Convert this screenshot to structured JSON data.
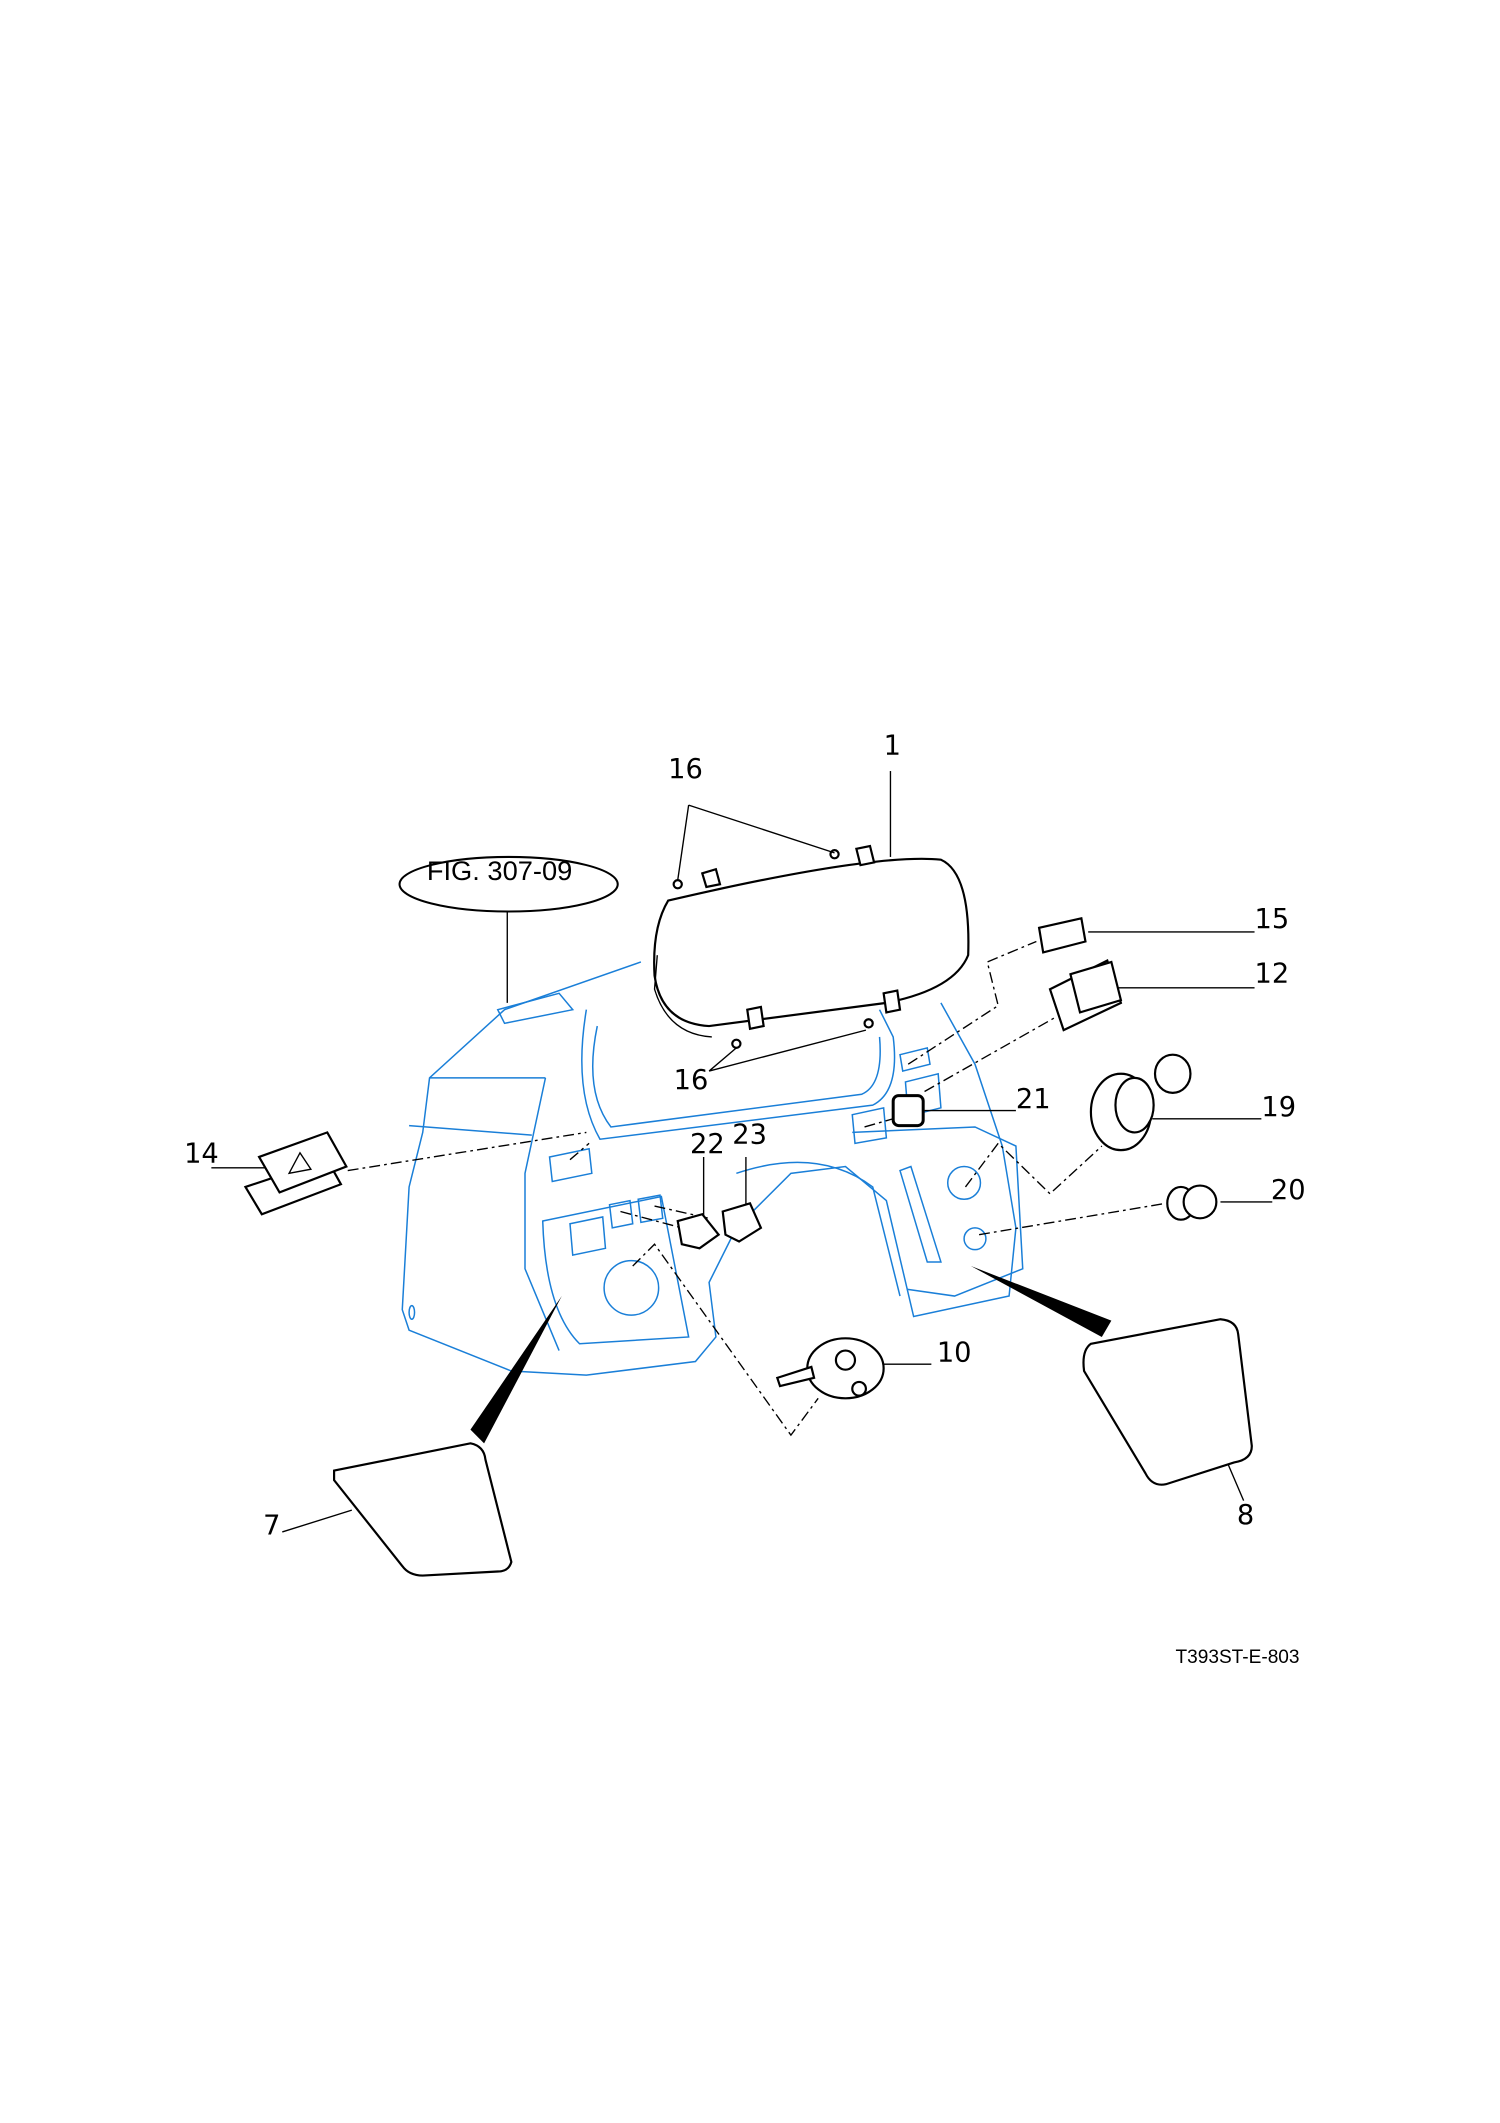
{
  "figure_reference": "FIG. 307-09",
  "drawing_code": "T393ST-E-803",
  "callouts": {
    "c1": "1",
    "c16a": "16",
    "c16b": "16",
    "c15": "15",
    "c12": "12",
    "c21": "21",
    "c19": "19",
    "c20": "20",
    "c22": "22",
    "c23": "23",
    "c14": "14",
    "c10": "10",
    "c7": "7",
    "c8": "8"
  },
  "colors": {
    "panel_outline": "#1a7fd8",
    "parts": "#000000"
  }
}
